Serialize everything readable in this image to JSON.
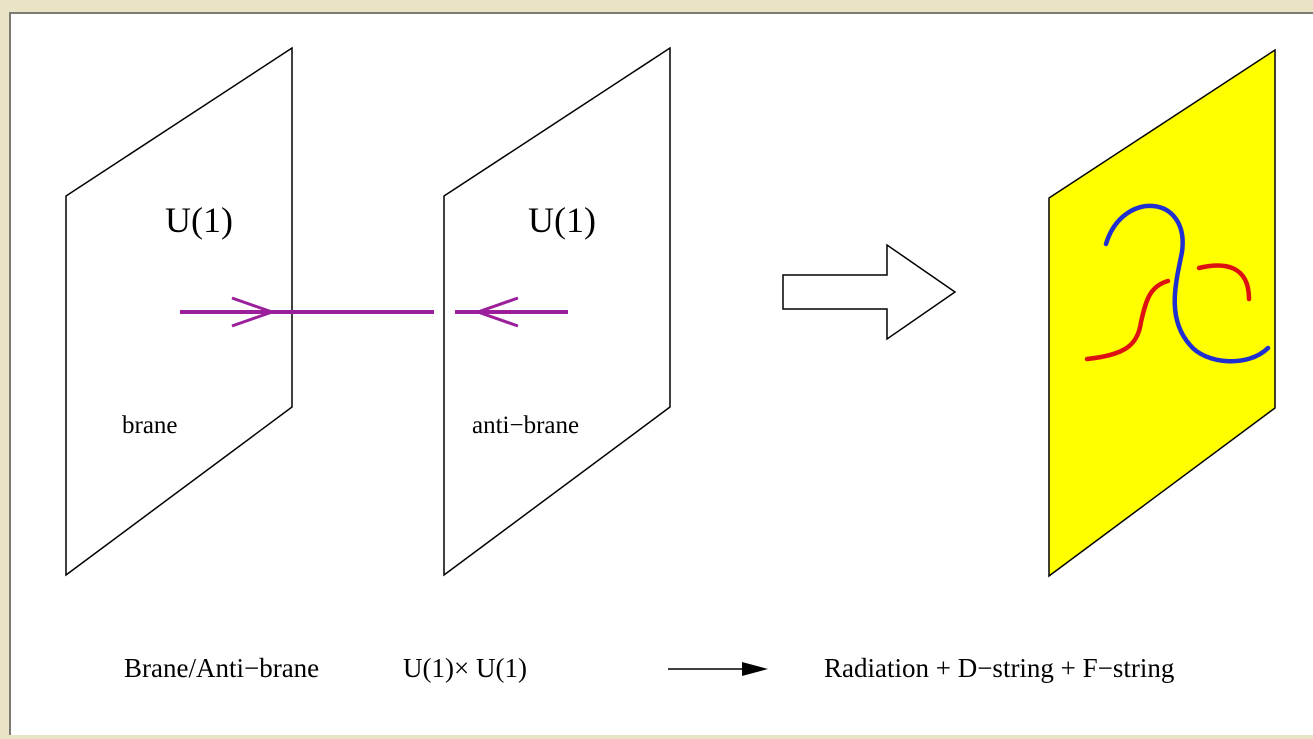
{
  "labels": {
    "left_brane_group": "U(1)",
    "right_brane_group": "U(1)",
    "brane": "brane",
    "anti_brane": "anti−brane"
  },
  "caption": {
    "initial_state": "Brane/Anti−brane",
    "gauge_group": "U(1)× U(1)",
    "final_state": "Radiation + D−string + F−string"
  },
  "colors": {
    "background": "#e9e4c6",
    "frame": "#ffffff",
    "string_link": "#9b1f9b",
    "brane_fill_after": "#ffff00",
    "d_string": "#1f2fd0",
    "f_string": "#dd1111"
  }
}
